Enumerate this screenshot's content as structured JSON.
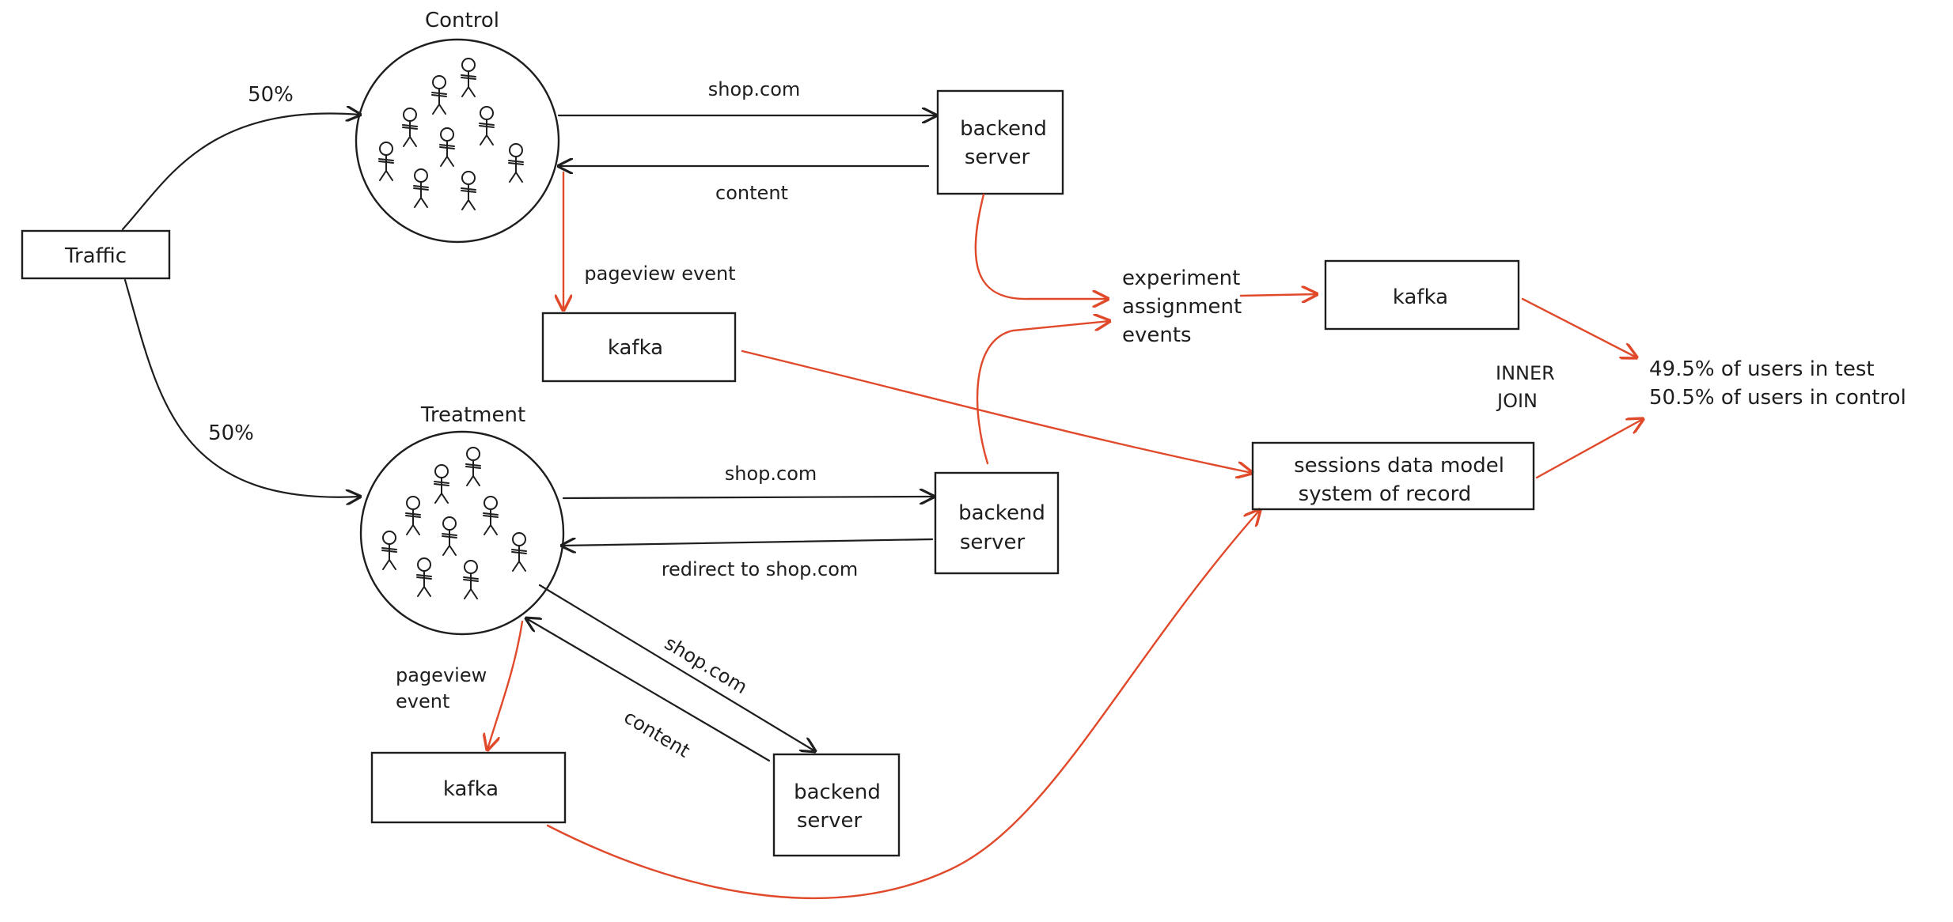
{
  "nodes": {
    "traffic": "Traffic",
    "control": "Control",
    "treatment": "Treatment",
    "backend_line1": "backend",
    "backend_line2": "server",
    "kafka": "kafka",
    "experiment_line1": "experiment",
    "experiment_line2": "assignment",
    "experiment_line3": "events",
    "sessions_line1": "sessions data model",
    "sessions_line2": "system of record",
    "join_line1": "INNER",
    "join_line2": "JOIN",
    "result_line1": "49.5% of users in test",
    "result_line2": "50.5% of users in control"
  },
  "edges": {
    "split_control": "50%",
    "split_treatment": "50%",
    "shop": "shop.com",
    "content": "content",
    "redirect": "redirect to shop.com",
    "pageview_event": "pageview event",
    "pageview_line1": "pageview",
    "pageview_line2": "event"
  },
  "colors": {
    "ink": "#1e1e1e",
    "event_flow": "#e0492a",
    "background": "#ffffff"
  }
}
